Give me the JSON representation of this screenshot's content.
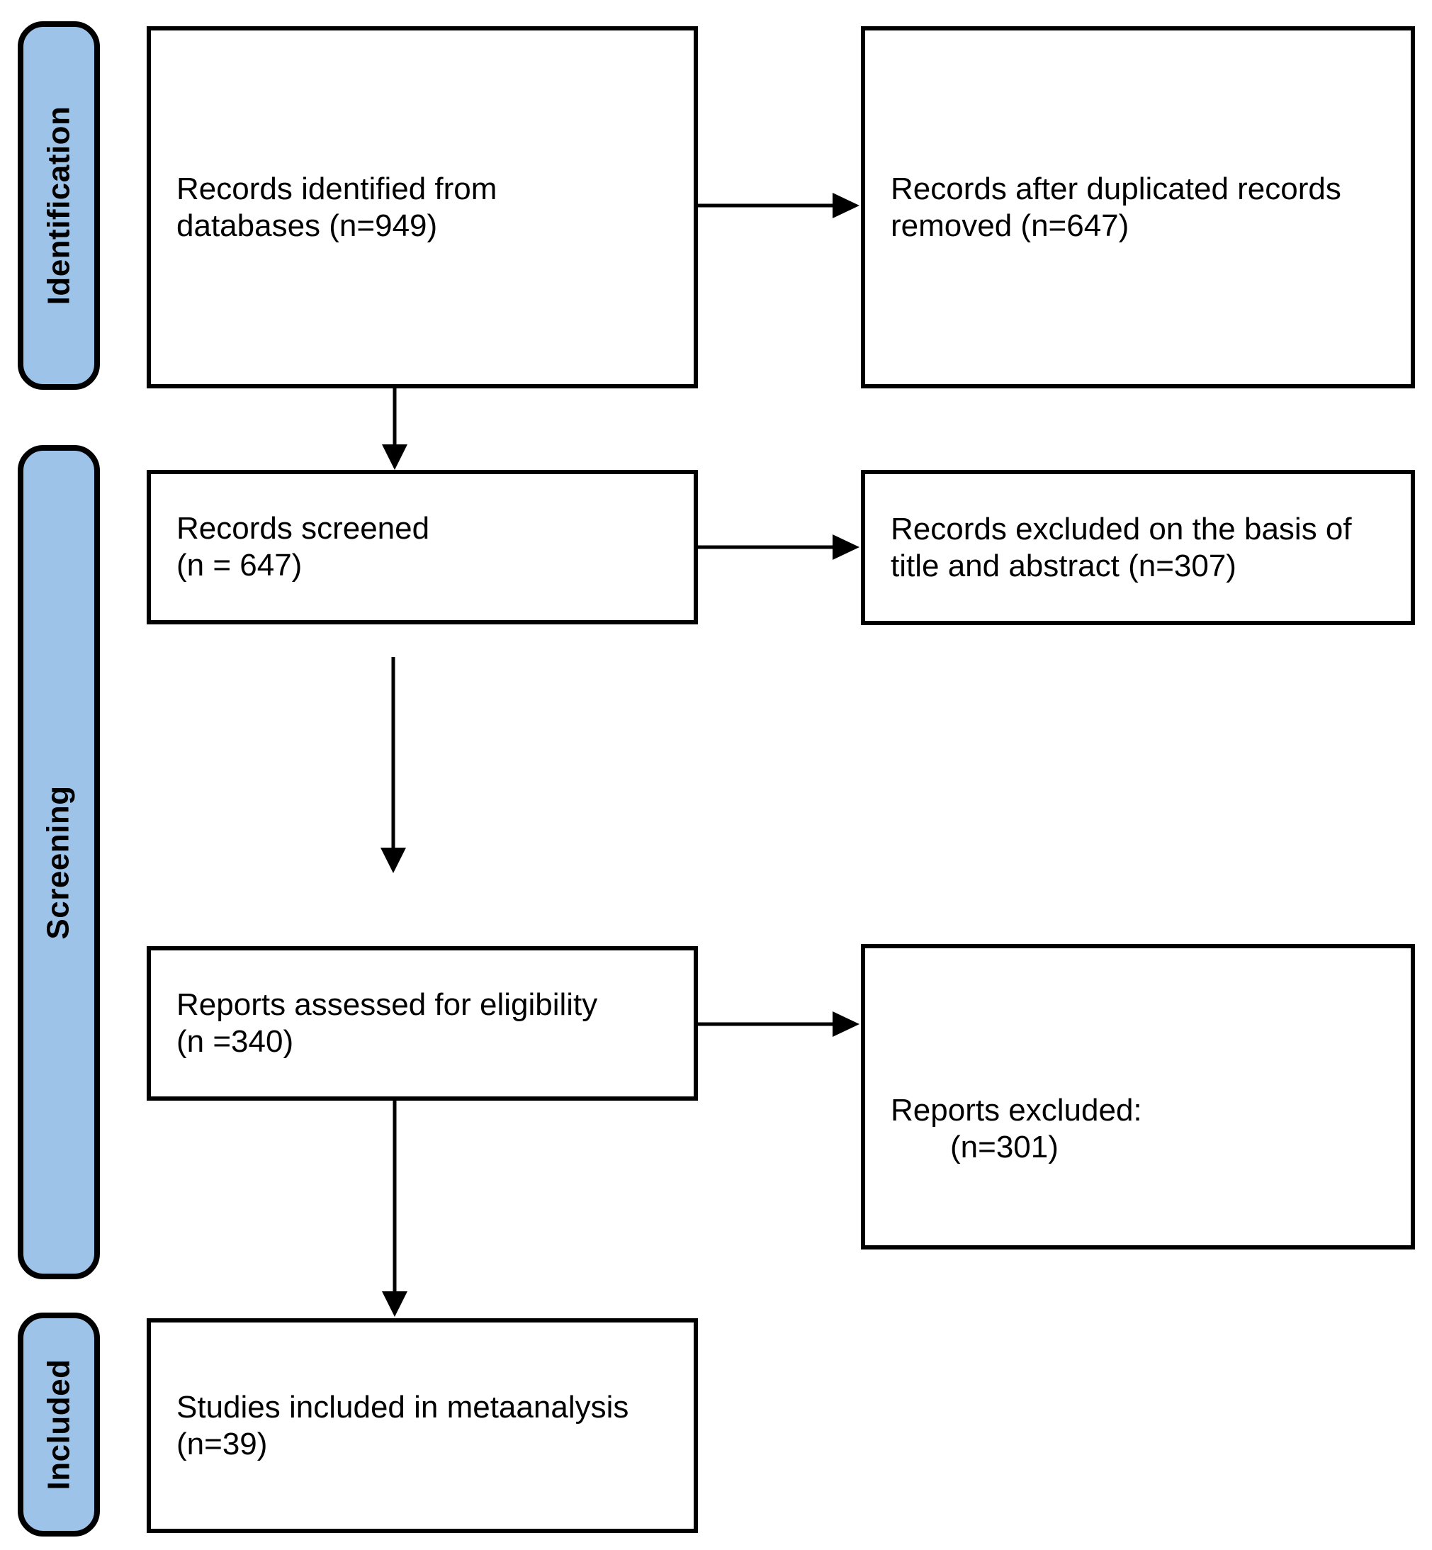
{
  "diagram": {
    "title_semantic": "PRISMA flow diagram",
    "stage_labels": {
      "identification": "Identification",
      "screening": "Screening",
      "included": "Included"
    },
    "boxes": {
      "records_identified": {
        "line1": "Records identified from",
        "line2": "databases (n=949)"
      },
      "duplicates_removed": {
        "line1": "Records after duplicated records",
        "line2": "removed (n=647)"
      },
      "records_screened": {
        "line1": "Records screened",
        "line2": "(n = 647)"
      },
      "records_excluded": {
        "line1": "Records excluded on the basis of",
        "line2": "title and abstract (n=307)"
      },
      "reports_assessed": {
        "line1": "Reports assessed for eligibility",
        "line2": "(n =340)"
      },
      "reports_excluded": {
        "line1": "Reports excluded:",
        "line2": "(n=301)"
      },
      "studies_included": {
        "line1": "Studies included in metaanalysis",
        "line2": "(n=39)"
      }
    },
    "colors": {
      "stage_fill": "#9DC3E8",
      "border": "#000000",
      "box_fill": "#FFFFFF"
    }
  }
}
